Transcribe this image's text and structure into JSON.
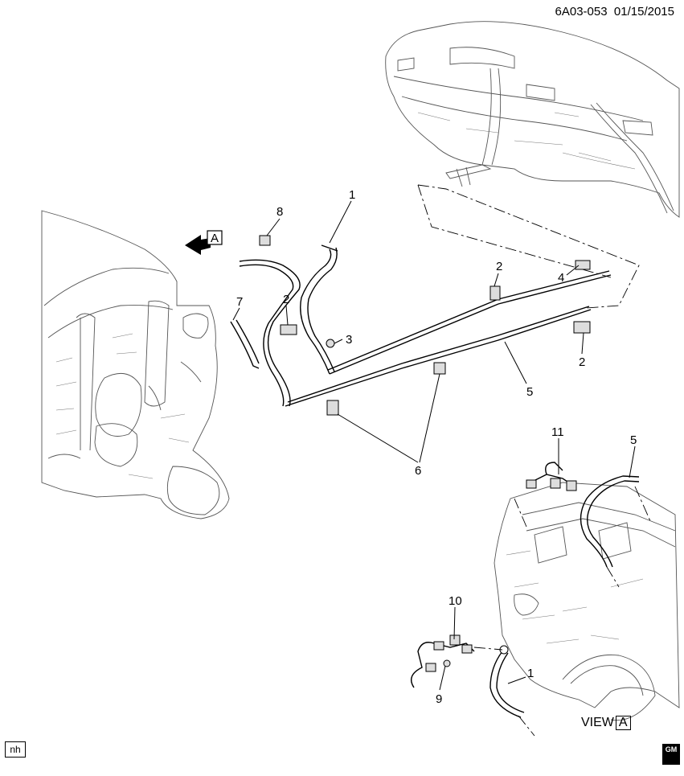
{
  "header": {
    "diagram_id": "6A03-053",
    "date": "01/15/2015"
  },
  "corner_tag": "nh",
  "view_label": {
    "text": "VIEW",
    "ref": "A"
  },
  "view_arrow_ref": "A",
  "callouts": {
    "c1_top": "1",
    "c1_bottom": "1",
    "c2_left": "2",
    "c2_mid": "2",
    "c2_right": "2",
    "c3": "3",
    "c4": "4",
    "c5_mid": "5",
    "c5_right": "5",
    "c6": "6",
    "c7": "7",
    "c8": "8",
    "c9": "9",
    "c10": "10",
    "c11": "11"
  },
  "logo": {
    "text": "GM"
  }
}
